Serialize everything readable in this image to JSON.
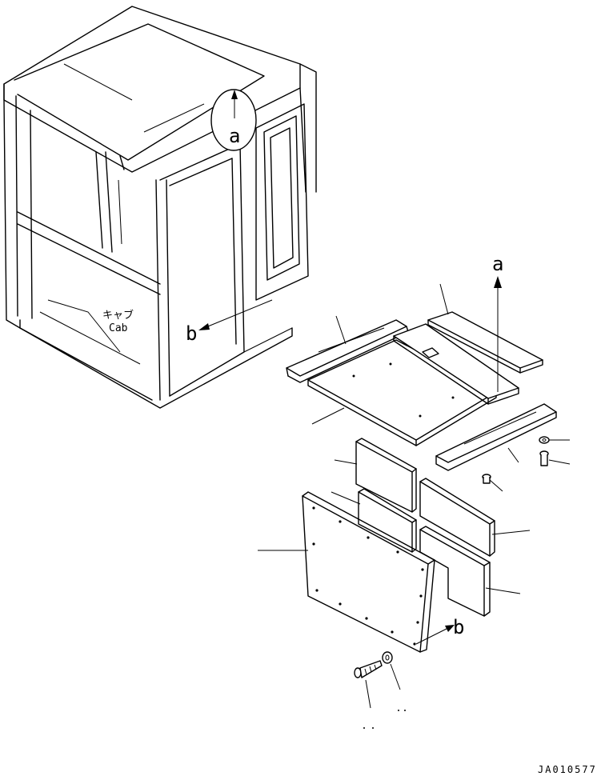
{
  "labels": {
    "cab_jp": "キャブ",
    "cab_en": "Cab",
    "marker_a_top": "a",
    "marker_a_parts": "a",
    "marker_b_cab": "b",
    "marker_b_parts": "b",
    "drawing_code": "JA010577"
  },
  "colors": {
    "line": "#000000",
    "background": "#ffffff"
  }
}
